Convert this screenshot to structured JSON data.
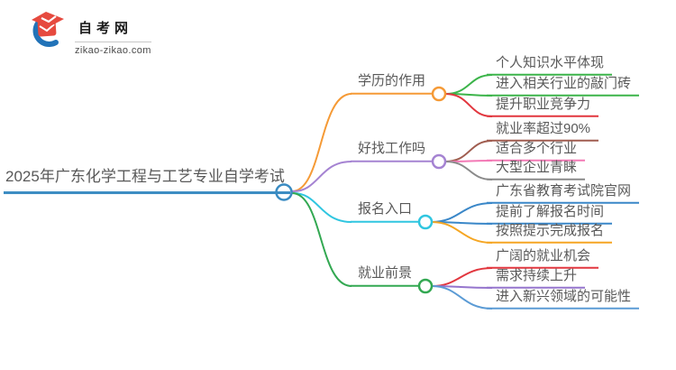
{
  "logo": {
    "title": "自考网",
    "domain": "zikao-zikao.com",
    "arc_color": "#2273b8",
    "cap_color": "#e64a3f"
  },
  "mindmap": {
    "root": {
      "label": "2025年广东化学工程与工艺专业自学考试",
      "color": "#3a8bc2"
    },
    "branches": [
      {
        "label": "学历的作用",
        "color": "#f59a36",
        "children": [
          {
            "label": "个人知识水平体现",
            "color": "#3cb44a"
          },
          {
            "label": "进入相关行业的敲门砖",
            "color": "#3cb44a"
          },
          {
            "label": "提升职业竞争力",
            "color": "#e2373f"
          }
        ]
      },
      {
        "label": "好找工作吗",
        "color": "#a583d2",
        "children": [
          {
            "label": "就业率超过90%",
            "color": "#a05d50"
          },
          {
            "label": "适合多个行业",
            "color": "#f37ab6"
          },
          {
            "label": "大型企业青睐",
            "color": "#8a8a8a"
          }
        ]
      },
      {
        "label": "报名入口",
        "color": "#30c6e0",
        "children": [
          {
            "label": "广东省教育考试院官网",
            "color": "#3a87c8"
          },
          {
            "label": "提前了解报名时间",
            "color": "#3a87c8"
          },
          {
            "label": "按照提示完成报名",
            "color": "#f5a623"
          }
        ]
      },
      {
        "label": "就业前景",
        "color": "#33a852",
        "children": [
          {
            "label": "广阔的就业机会",
            "color": "#e2373f"
          },
          {
            "label": "需求持续上升",
            "color": "#9575cd"
          },
          {
            "label": "进入新兴领域的可能性",
            "color": "#5b9bd5"
          }
        ]
      }
    ]
  }
}
